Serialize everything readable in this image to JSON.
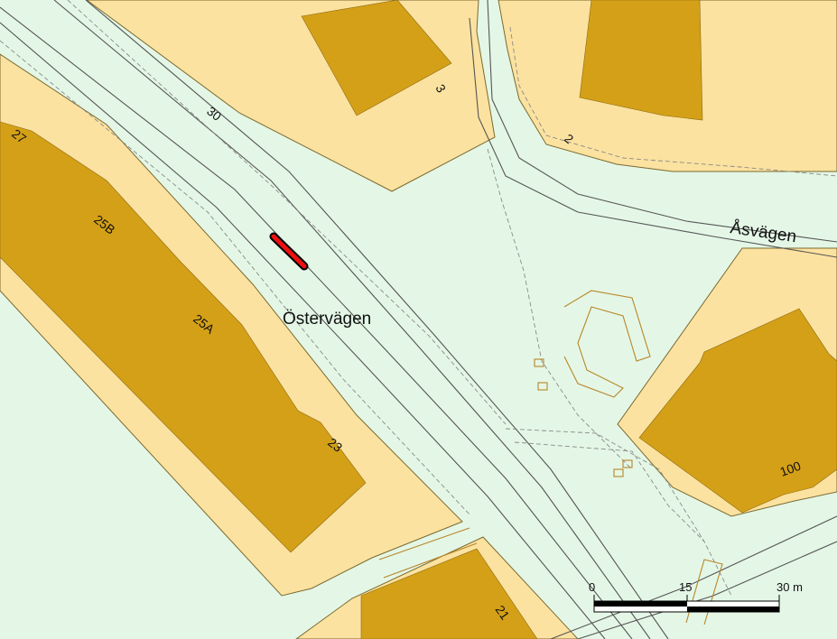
{
  "map": {
    "colors": {
      "background": "#e4f7e6",
      "plot": "#fce2a0",
      "building": "#d4a017",
      "plot_border": "#7a6a30",
      "road_line": "#555555",
      "dashed_line": "#8a8a8a",
      "marker_fill": "#ee1111",
      "marker_outline": "#000000"
    },
    "streets": {
      "ostervagen": "Östervägen",
      "asvagen": "Åsvägen"
    },
    "house_numbers": {
      "n27": "27",
      "n25b": "25B",
      "n25a": "25A",
      "n23": "23",
      "n30": "30",
      "n3": "3",
      "n2": "2",
      "n100": "100",
      "n21": "21"
    },
    "marker": {
      "icon": "selected-segment-marker"
    },
    "scale_bar": {
      "label_0": "0",
      "label_15": "15",
      "label_30": "30 m"
    }
  }
}
